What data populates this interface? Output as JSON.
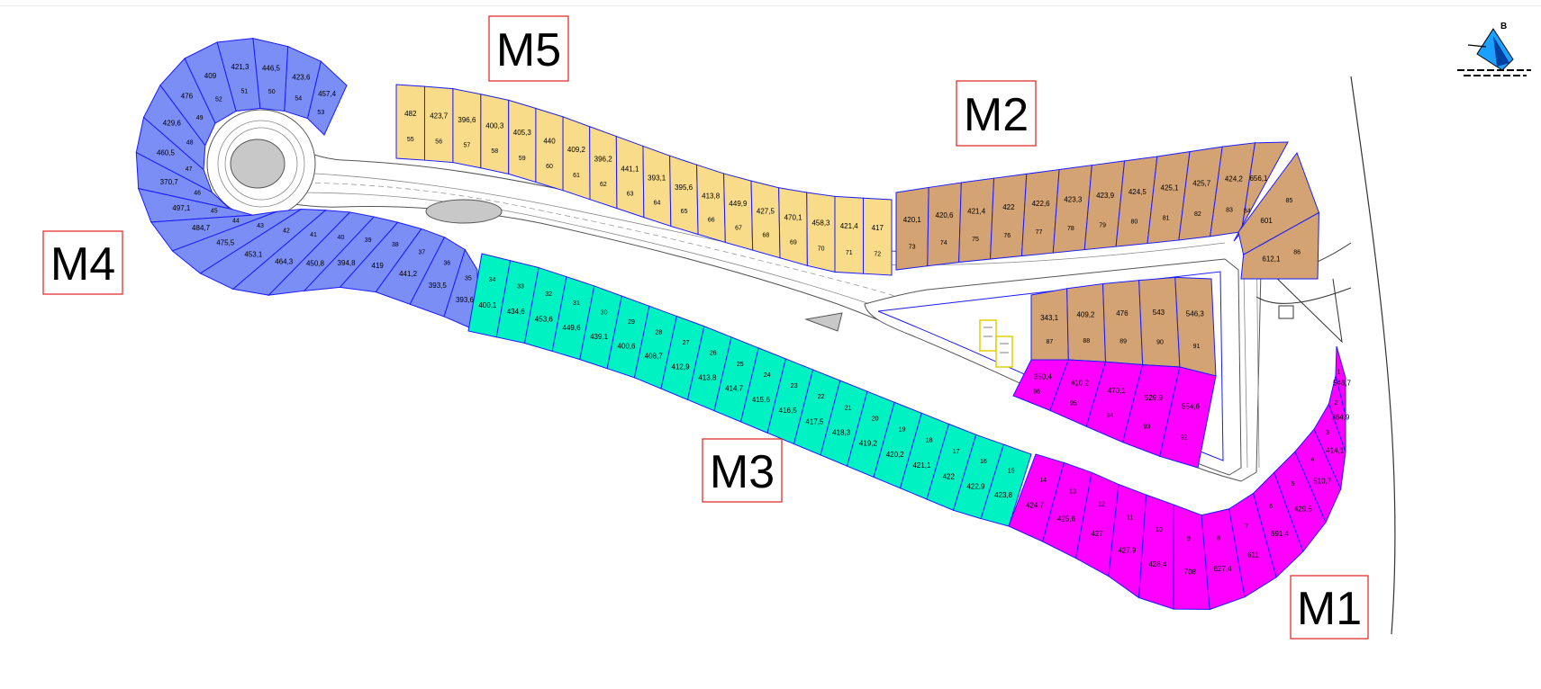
{
  "zones": {
    "M1": {
      "label": "M1",
      "color": "#ff00ff"
    },
    "M2": {
      "label": "M2",
      "color": "#d4a373"
    },
    "M3": {
      "label": "M3",
      "color": "#00f2c3"
    },
    "M4": {
      "label": "M4",
      "color": "#7b8ef5"
    },
    "M5": {
      "label": "M5",
      "color": "#f9dc8a"
    }
  },
  "lots": {
    "m4": [
      {
        "num": "53",
        "area": "457,4"
      },
      {
        "num": "54",
        "area": "423,6"
      },
      {
        "num": "50",
        "area": "446,5"
      },
      {
        "num": "51",
        "area": "421,3"
      },
      {
        "num": "52",
        "area": "409"
      },
      {
        "num": "49",
        "area": "476"
      },
      {
        "num": "48",
        "area": "429,6"
      },
      {
        "num": "47",
        "area": "460,5"
      },
      {
        "num": "46",
        "area": "370,7"
      },
      {
        "num": "45",
        "area": "497,1"
      },
      {
        "num": "44",
        "area": "484,7"
      },
      {
        "num": "43",
        "area": "475,5"
      },
      {
        "num": "42",
        "area": "453,1"
      },
      {
        "num": "41",
        "area": "464,3"
      },
      {
        "num": "40",
        "area": "450,8"
      },
      {
        "num": "39",
        "area": "394,8"
      },
      {
        "num": "38",
        "area": "419"
      },
      {
        "num": "37",
        "area": "441,2"
      },
      {
        "num": "36",
        "area": "393,5"
      },
      {
        "num": "35",
        "area": "393,6"
      }
    ],
    "m5": [
      {
        "num": "55",
        "area": "482"
      },
      {
        "num": "56",
        "area": "423,7"
      },
      {
        "num": "57",
        "area": "396,6"
      },
      {
        "num": "58",
        "area": "400,3"
      },
      {
        "num": "59",
        "area": "405,3"
      },
      {
        "num": "60",
        "area": "440"
      },
      {
        "num": "61",
        "area": "409,2"
      },
      {
        "num": "62",
        "area": "396,2"
      },
      {
        "num": "63",
        "area": "441,1"
      },
      {
        "num": "64",
        "area": "393,1"
      },
      {
        "num": "65",
        "area": "395,6"
      },
      {
        "num": "66",
        "area": "413,8"
      },
      {
        "num": "67",
        "area": "449,9"
      },
      {
        "num": "68",
        "area": "427,5"
      },
      {
        "num": "69",
        "area": "470,1"
      },
      {
        "num": "70",
        "area": "458,3"
      },
      {
        "num": "71",
        "area": "421,4"
      },
      {
        "num": "72",
        "area": "417"
      }
    ],
    "m2_top": [
      {
        "num": "73",
        "area": "420,1"
      },
      {
        "num": "74",
        "area": "420,6"
      },
      {
        "num": "75",
        "area": "421,4"
      },
      {
        "num": "76",
        "area": "422"
      },
      {
        "num": "77",
        "area": "422,6"
      },
      {
        "num": "78",
        "area": "423,3"
      },
      {
        "num": "79",
        "area": "423,9"
      },
      {
        "num": "80",
        "area": "424,5"
      },
      {
        "num": "81",
        "area": "425,1"
      },
      {
        "num": "82",
        "area": "425,7"
      },
      {
        "num": "83",
        "area": "424,2"
      },
      {
        "num": "84",
        "area": "656,1"
      },
      {
        "num": "85",
        "area": "601"
      },
      {
        "num": "86",
        "area": "612,1"
      }
    ],
    "m2_inner": [
      {
        "num": "87",
        "area": "343,1"
      },
      {
        "num": "88",
        "area": "409,2"
      },
      {
        "num": "89",
        "area": "476"
      },
      {
        "num": "90",
        "area": "543"
      },
      {
        "num": "91",
        "area": "546,3"
      }
    ],
    "m1_inner": [
      {
        "num": "96",
        "area": "350,4"
      },
      {
        "num": "95",
        "area": "410,2"
      },
      {
        "num": "94",
        "area": "470,1"
      },
      {
        "num": "93",
        "area": "529,9"
      },
      {
        "num": "92",
        "area": "554,6"
      }
    ],
    "m3": [
      {
        "num": "34",
        "area": "400,1"
      },
      {
        "num": "33",
        "area": "434,6"
      },
      {
        "num": "32",
        "area": "453,6"
      },
      {
        "num": "31",
        "area": "449,6"
      },
      {
        "num": "30",
        "area": "439,1"
      },
      {
        "num": "29",
        "area": "400,6"
      },
      {
        "num": "28",
        "area": "408,7"
      },
      {
        "num": "27",
        "area": "412,9"
      },
      {
        "num": "26",
        "area": "413,8"
      },
      {
        "num": "25",
        "area": "414,7"
      },
      {
        "num": "24",
        "area": "415,6"
      },
      {
        "num": "23",
        "area": "416,5"
      },
      {
        "num": "22",
        "area": "417,5"
      },
      {
        "num": "21",
        "area": "418,3"
      },
      {
        "num": "20",
        "area": "419,2"
      },
      {
        "num": "19",
        "area": "420,2"
      },
      {
        "num": "18",
        "area": "421,1"
      },
      {
        "num": "17",
        "area": "422"
      },
      {
        "num": "16",
        "area": "422,9"
      },
      {
        "num": "15",
        "area": "423,8"
      }
    ],
    "m1": [
      {
        "num": "14",
        "area": "424,7"
      },
      {
        "num": "13",
        "area": "425,6"
      },
      {
        "num": "12",
        "area": "427"
      },
      {
        "num": "11",
        "area": "427,9"
      },
      {
        "num": "10",
        "area": "428,4"
      },
      {
        "num": "9",
        "area": "708"
      },
      {
        "num": "8",
        "area": "627,4"
      },
      {
        "num": "7",
        "area": "611"
      },
      {
        "num": "6",
        "area": "691,4"
      },
      {
        "num": "5",
        "area": "429,5"
      },
      {
        "num": "4",
        "area": "510,7"
      },
      {
        "num": "3",
        "area": "414,1"
      },
      {
        "num": "2",
        "area": "364,9"
      },
      {
        "num": "1",
        "area": "546,7"
      }
    ]
  },
  "logo": {
    "letter": "B"
  }
}
